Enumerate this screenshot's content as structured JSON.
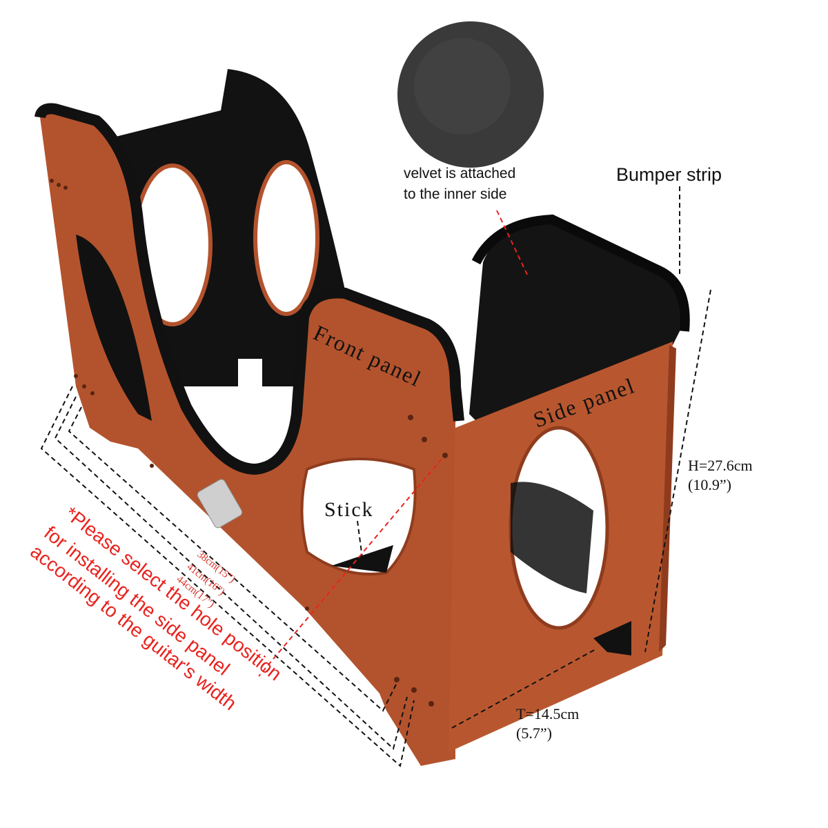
{
  "labels": {
    "velvet_line1": "velvet is attached",
    "velvet_line2": "to the inner side",
    "bumper_strip": "Bumper strip",
    "front_panel": "Front panel",
    "side_panel": "Side panel",
    "height_line1": "H=27.6cm",
    "height_line2": "(10.9”)",
    "stick": "Stick",
    "thickness_line1": "T=14.5cm",
    "thickness_line2": "(5.7”)",
    "width_38": "38cm(15”)",
    "width_41": "41cm(16”)",
    "width_44": "44cm(17”)",
    "note_line1": "*Please select the hole position",
    "note_line2": "for installing the side panel",
    "note_line3": "according to the guitar's width"
  },
  "colors": {
    "wood": "#b3532d",
    "wood_edge": "#8f3c1e",
    "velvet": "#1a1a1a",
    "note_red": "#e8231e",
    "measure_red": "#d9332b"
  }
}
